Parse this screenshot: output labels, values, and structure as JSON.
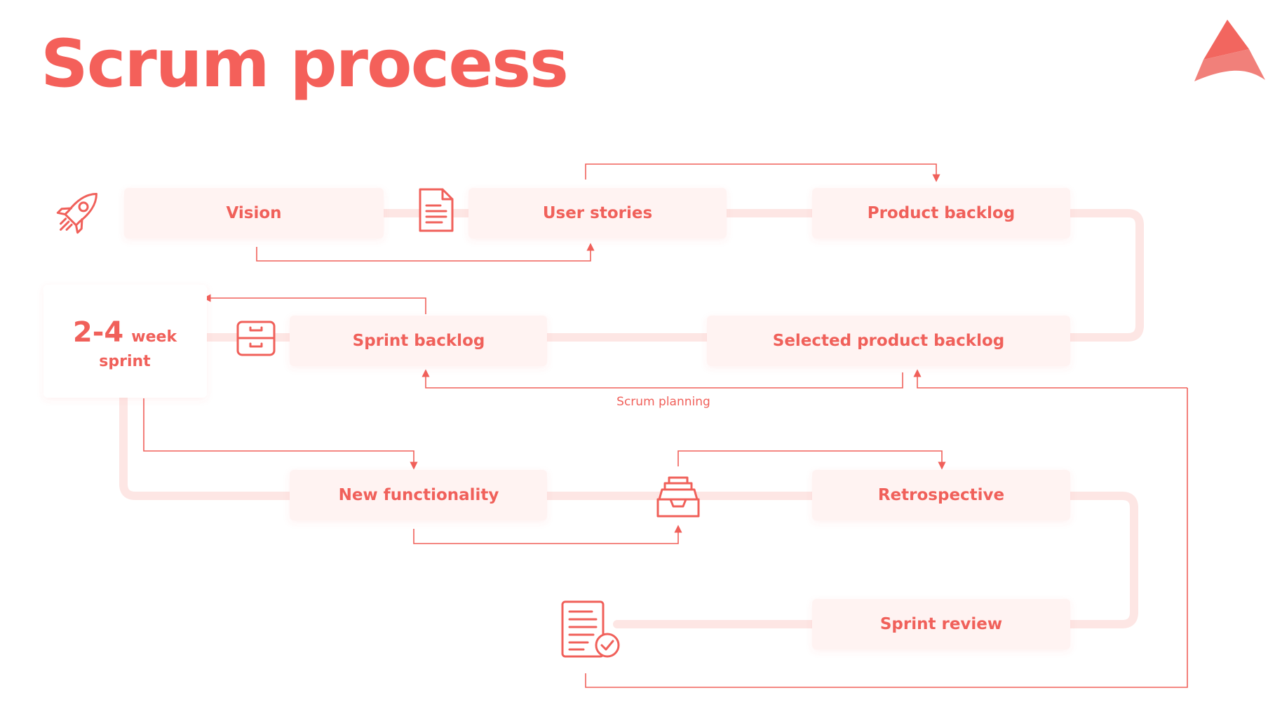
{
  "title": "Scrum process",
  "colors": {
    "accent": "#f4605a",
    "box_fill": "#fff3f2",
    "track": "#fde6e4"
  },
  "boxes": {
    "vision": "Vision",
    "user_stories": "User stories",
    "product_backlog": "Product backlog",
    "sprint_backlog": "Sprint backlog",
    "selected_product_backlog": "Selected product backlog",
    "new_functionality": "New functionality",
    "retrospective": "Retrospective",
    "sprint_review": "Sprint review"
  },
  "sprint": {
    "duration": "2-4",
    "unit": "week",
    "label": "sprint"
  },
  "annotations": {
    "scrum_planning": "Scrum planning"
  },
  "icons": [
    "rocket-icon",
    "document-icon",
    "drawer-icon",
    "inbox-tray-icon",
    "checked-document-icon",
    "logo-icon"
  ]
}
